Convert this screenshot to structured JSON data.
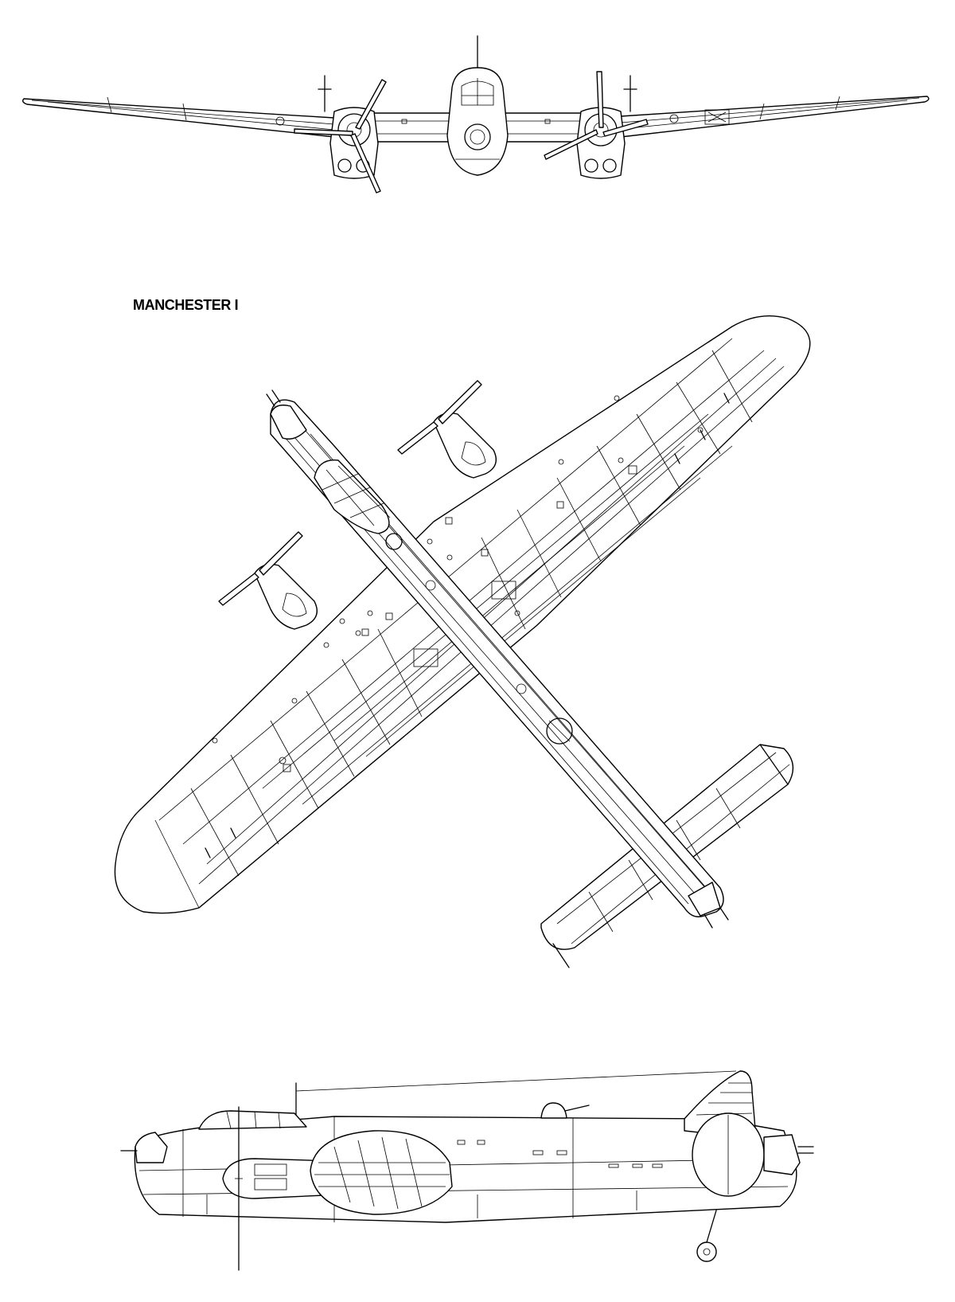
{
  "title": "MANCHESTER I",
  "views": {
    "front": "front-view",
    "plan": "plan-view",
    "side": "side-view"
  },
  "colors": {
    "line": "#000000",
    "background": "#ffffff"
  }
}
